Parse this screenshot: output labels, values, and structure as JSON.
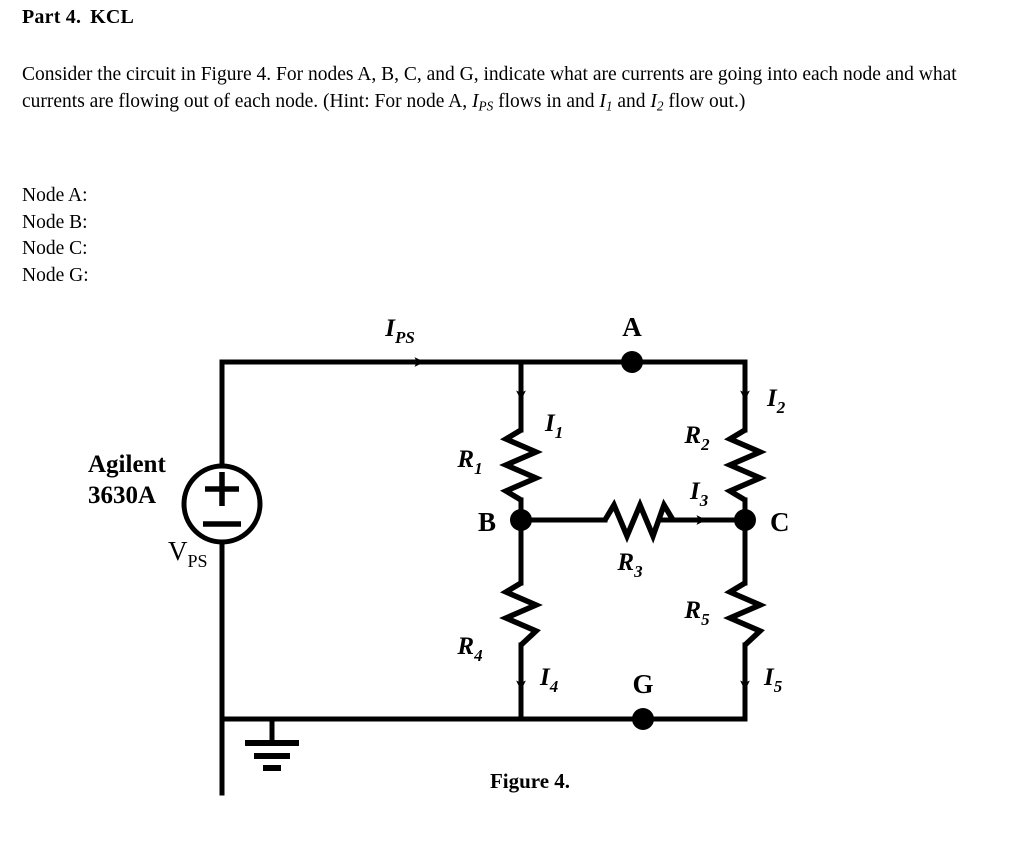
{
  "document": {
    "part_heading": "Part 4.",
    "part_title": "KCL",
    "paragraph_pre": "Consider the circuit in Figure 4.  For nodes A, B, C, and G, indicate what are currents are going into each node and what currents are flowing out of each node.  (Hint: For node A, ",
    "paragraph_hint_symbol": "I",
    "paragraph_hint_sub": "PS",
    "paragraph_mid": " flows in and ",
    "paragraph_sym1": "I",
    "paragraph_sub1": "1",
    "paragraph_and": " and ",
    "paragraph_sym2": "I",
    "paragraph_sub2": "2",
    "paragraph_end": " flow out.)",
    "answer_lines": [
      "Node A:",
      "Node B:",
      "Node C:",
      "Node G:"
    ],
    "figure_caption": "Figure 4."
  },
  "figure": {
    "caption": "Figure 4.",
    "source_label_line1": "Agilent",
    "source_label_line2": "3630A",
    "source_symbol": "V",
    "source_symbol_sub": "PS",
    "source_plus": "+",
    "source_minus": "−",
    "nodes": [
      {
        "name": "A",
        "label": "A"
      },
      {
        "name": "B",
        "label": "B"
      },
      {
        "name": "C",
        "label": "C"
      },
      {
        "name": "G",
        "label": "G"
      }
    ],
    "resistors": [
      {
        "name": "R1",
        "symbol": "R",
        "sub": "1"
      },
      {
        "name": "R2",
        "symbol": "R",
        "sub": "2"
      },
      {
        "name": "R3",
        "symbol": "R",
        "sub": "3"
      },
      {
        "name": "R4",
        "symbol": "R",
        "sub": "4"
      },
      {
        "name": "R5",
        "symbol": "R",
        "sub": "5"
      }
    ],
    "currents": [
      {
        "name": "IPS",
        "symbol": "I",
        "sub": "PS"
      },
      {
        "name": "I1",
        "symbol": "I",
        "sub": "1"
      },
      {
        "name": "I2",
        "symbol": "I",
        "sub": "2"
      },
      {
        "name": "I3",
        "symbol": "I",
        "sub": "3"
      },
      {
        "name": "I4",
        "symbol": "I",
        "sub": "4"
      },
      {
        "name": "I5",
        "symbol": "I",
        "sub": "5"
      }
    ],
    "colors": {
      "ink": "#000000",
      "background": "#ffffff"
    }
  }
}
